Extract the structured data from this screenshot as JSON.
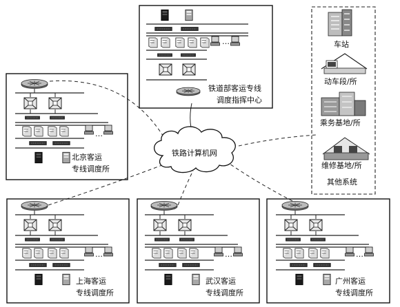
{
  "hub": {
    "label": "铁路计算机网"
  },
  "center": {
    "line1": "铁道部客运专线",
    "line2": "调度指挥中心"
  },
  "beijing": {
    "line1": "北京客运",
    "line2": "专线调度所"
  },
  "shanghai": {
    "line1": "上海客运",
    "line2": "专线调度所"
  },
  "wuhan": {
    "line1": "武汉客运",
    "line2": "专线调度所"
  },
  "guangzhou": {
    "line1": "广州客运",
    "line2": "专线调度所"
  },
  "others": {
    "title": "其他系统",
    "items": [
      "车站",
      "动车段/所",
      "乘务基地/所",
      "维修基地/所"
    ]
  },
  "ellipsis": "…"
}
